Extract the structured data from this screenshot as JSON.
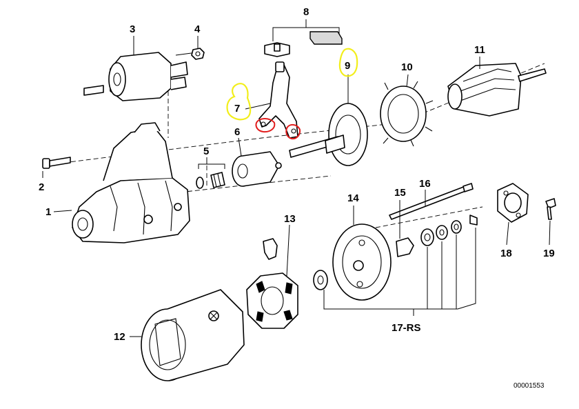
{
  "labels": {
    "p1": "1",
    "p2": "2",
    "p3": "3",
    "p4": "4",
    "p5": "5",
    "p6": "6",
    "p7": "7",
    "p8": "8",
    "p9": "9",
    "p10": "10",
    "p11": "11",
    "p12": "12",
    "p13": "13",
    "p14": "14",
    "p15": "15",
    "p16": "16",
    "p17": "17-RS",
    "p18": "18",
    "p19": "19"
  },
  "reference_code": "00001553",
  "highlight_colors": {
    "yellow": "#f2ee1a",
    "red": "#e11c1c"
  }
}
